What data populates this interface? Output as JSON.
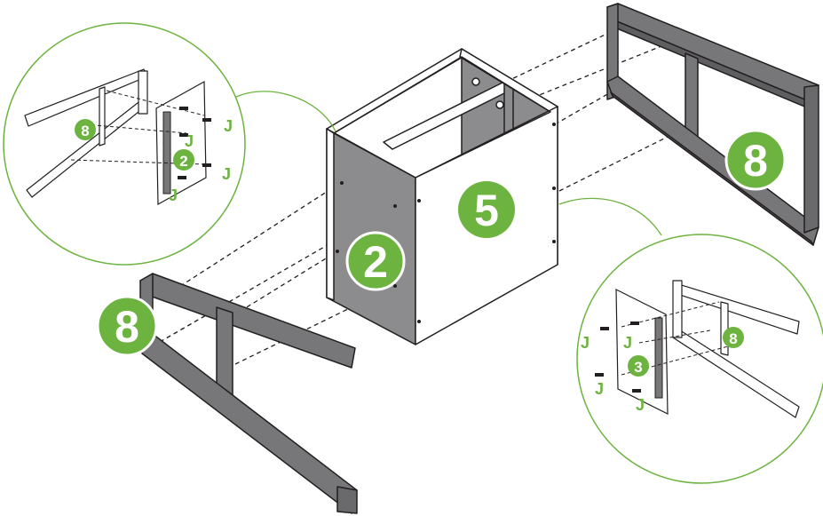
{
  "colors": {
    "accent_green": "#6cb33f",
    "frame_gray": "#777779",
    "panel_dark_gray": "#8c8c8e",
    "line": "#231f20",
    "white": "#ffffff"
  },
  "parts": {
    "side_frame_right": "8",
    "side_frame_left": "8",
    "front_panel": "5",
    "side_panel": "2"
  },
  "callout_left": {
    "frame_number": "8",
    "panel_number": "2",
    "hardware_labels": [
      "J",
      "J",
      "J",
      "J"
    ]
  },
  "callout_right": {
    "frame_number": "8",
    "panel_number": "3",
    "hardware_labels": [
      "J",
      "J",
      "J",
      "J"
    ]
  }
}
